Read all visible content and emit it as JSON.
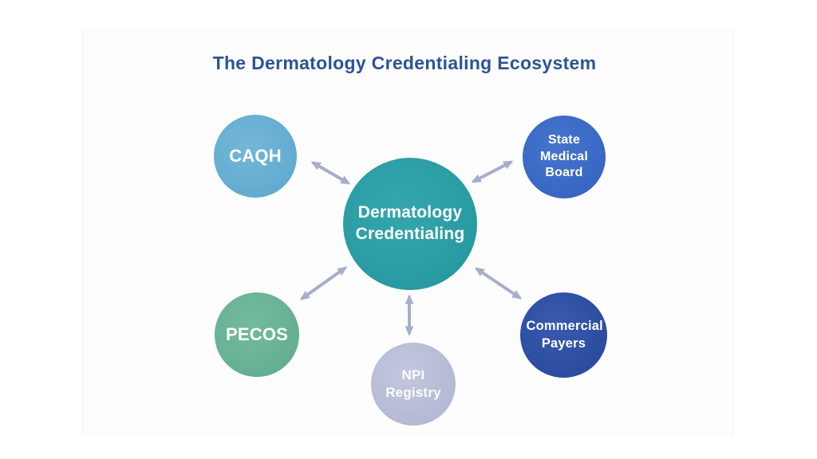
{
  "title": "The Dermatology Credentialing Ecosystem",
  "diagram": {
    "center": {
      "label": "Dermatology Credentialing",
      "color": "#2b9da5"
    },
    "satellites": {
      "caqh": {
        "label": "CAQH",
        "color": "#66aed2"
      },
      "state_medical_board": {
        "label": "State Medical Board",
        "color": "#3b6ac6"
      },
      "pecos": {
        "label": "PECOS",
        "color": "#68b295"
      },
      "npi_registry": {
        "label": "NPI Registry",
        "color": "#b7bdd6"
      },
      "commercial_payers": {
        "label": "Commercial Payers",
        "color": "#2e4fa3"
      }
    },
    "connections": [
      "CAQH <-> Dermatology Credentialing",
      "State Medical Board <-> Dermatology Credentialing",
      "PECOS <-> Dermatology Credentialing",
      "NPI Registry <-> Dermatology Credentialing",
      "Commercial Payers <-> Dermatology Credentialing"
    ],
    "arrow_color": "#a6afca",
    "title_color": "#2d5493"
  }
}
